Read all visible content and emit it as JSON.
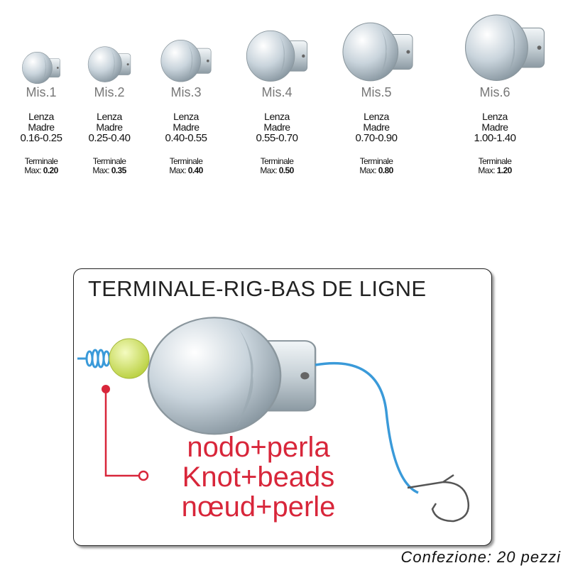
{
  "sizes": [
    {
      "name": "Mis.1",
      "lenza_label": "Lenza",
      "madre_label": "Madre",
      "range": "0.16-0.25",
      "terminale_label": "Terminale",
      "max_label": "Max:",
      "max": "0.20"
    },
    {
      "name": "Mis.2",
      "lenza_label": "Lenza",
      "madre_label": "Madre",
      "range": "0.25-0.40",
      "terminale_label": "Terminale",
      "max_label": "Max:",
      "max": "0.35"
    },
    {
      "name": "Mis.3",
      "lenza_label": "Lenza",
      "madre_label": "Madre",
      "range": "0.40-0.55",
      "terminale_label": "Terminale",
      "max_label": "Max:",
      "max": "0.40"
    },
    {
      "name": "Mis.4",
      "lenza_label": "Lenza",
      "madre_label": "Madre",
      "range": "0.55-0.70",
      "terminale_label": "Terminale",
      "max_label": "Max:",
      "max": "0.50"
    },
    {
      "name": "Mis.5",
      "lenza_label": "Lenza",
      "madre_label": "Madre",
      "range": "0.70-0.90",
      "terminale_label": "Terminale",
      "max_label": "Max:",
      "max": "0.80"
    },
    {
      "name": "Mis.6",
      "lenza_label": "Lenza",
      "madre_label": "Madre",
      "range": "1.00-1.40",
      "terminale_label": "Terminale",
      "max_label": "Max:",
      "max": "1.20"
    }
  ],
  "rig": {
    "title": "TERMINALE-RIG-BAS DE LIGNE",
    "labels": [
      "nodo+perla",
      "Knot+beads",
      "nœud+perle"
    ]
  },
  "footer": "Confezione: 20 pezzi",
  "colors": {
    "red": "#d8263a",
    "line": "#3a9ad9",
    "bead": "#d8ec70"
  }
}
